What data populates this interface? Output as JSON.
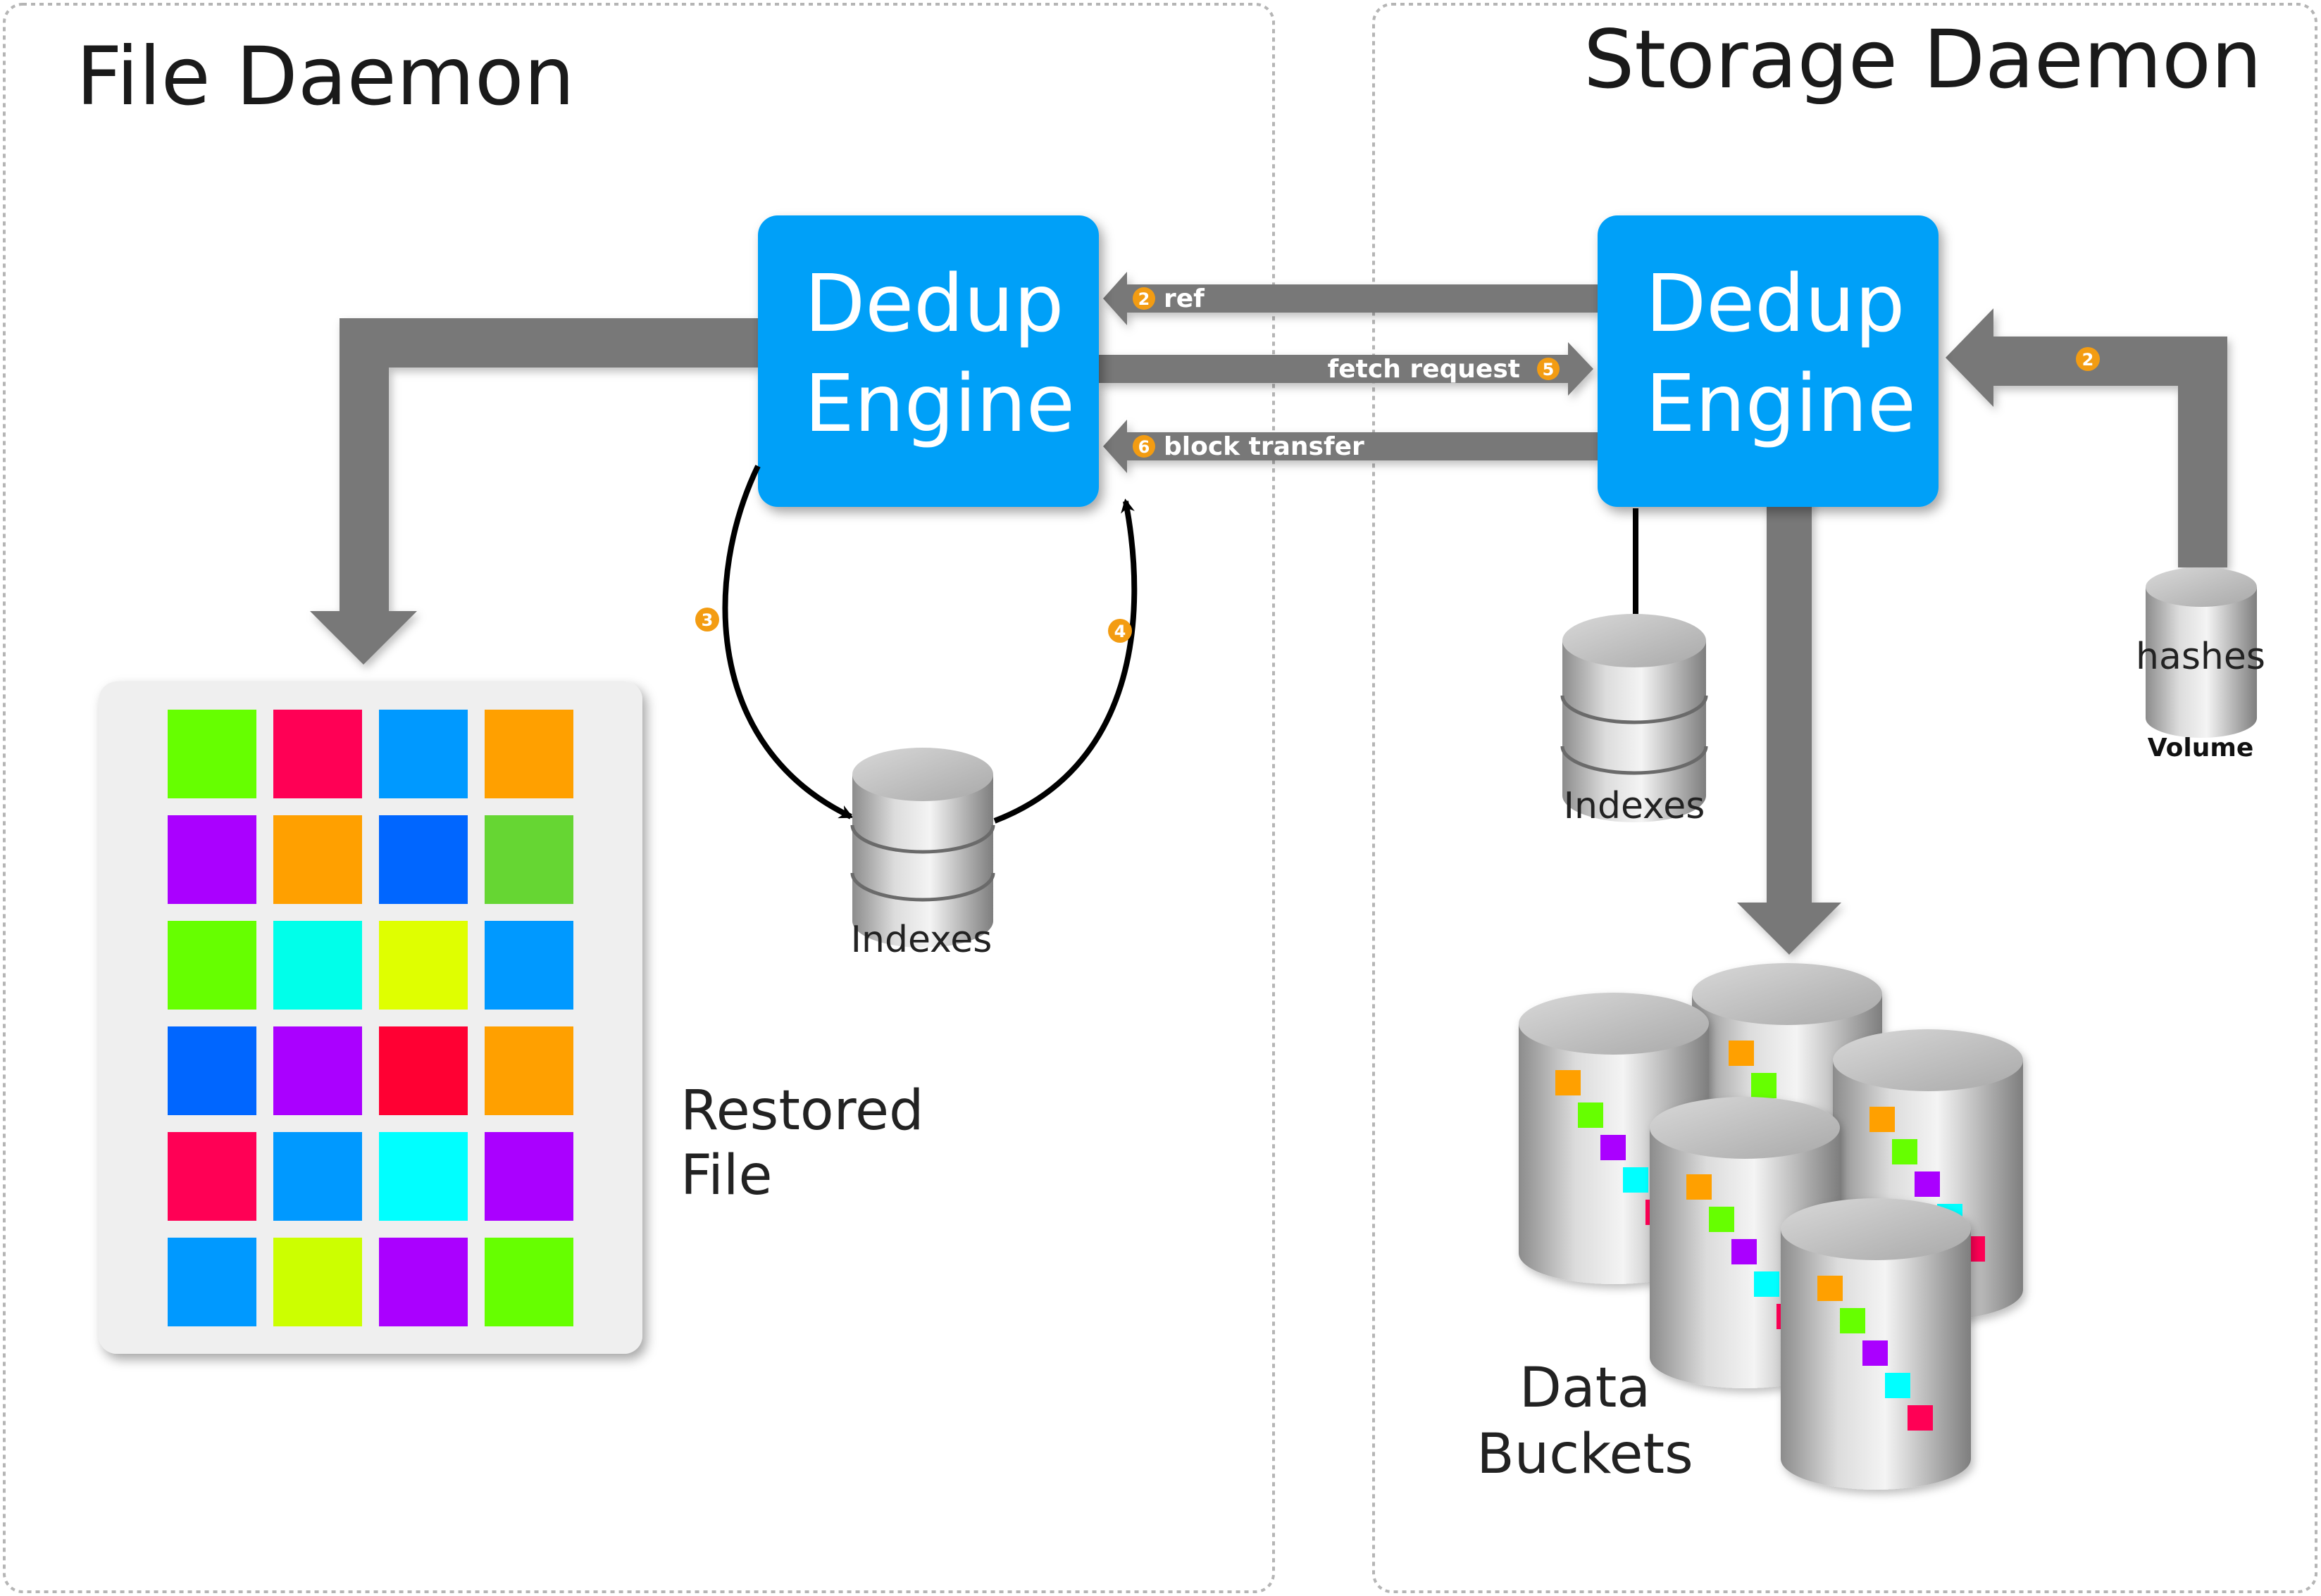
{
  "panels": {
    "file_daemon": {
      "title": "File Daemon"
    },
    "storage_daemon": {
      "title": "Storage Daemon"
    }
  },
  "engines": {
    "fd": {
      "line1": "Dedup",
      "line2": "Engine"
    },
    "sd": {
      "line1": "Dedup",
      "line2": "Engine"
    }
  },
  "arrows": {
    "ref": {
      "badge": "2",
      "label": "ref"
    },
    "fetch_request": {
      "badge": "5",
      "label": "fetch request"
    },
    "block_transfer": {
      "badge": "6",
      "label": "block transfer"
    },
    "hashes_in": {
      "badge": "2"
    },
    "loop_out": {
      "badge": "3"
    },
    "loop_back": {
      "badge": "4"
    }
  },
  "labels": {
    "fd_indexes": "Indexes",
    "sd_indexes": "Indexes",
    "hashes": "hashes",
    "volume": "Volume",
    "restored_file": [
      "Restored",
      "File"
    ],
    "data_buckets": [
      "Data",
      "Buckets"
    ]
  },
  "colors": {
    "engine": "#00a0f8",
    "arrow": "#787878",
    "badge": "#f39c12",
    "grid": [
      [
        "#66ff00",
        "#ff0055",
        "#0099ff",
        "#ffa000"
      ],
      [
        "#aa00ff",
        "#ffa000",
        "#0066ff",
        "#66d633"
      ],
      [
        "#66ff00",
        "#00ffea",
        "#dfff00",
        "#0099ff"
      ],
      [
        "#0066ff",
        "#aa00ff",
        "#ff0033",
        "#ffa000"
      ],
      [
        "#ff0055",
        "#0099ff",
        "#00ffff",
        "#aa00ff"
      ],
      [
        "#0099ff",
        "#ccff00",
        "#aa00ff",
        "#66ff00"
      ]
    ]
  }
}
